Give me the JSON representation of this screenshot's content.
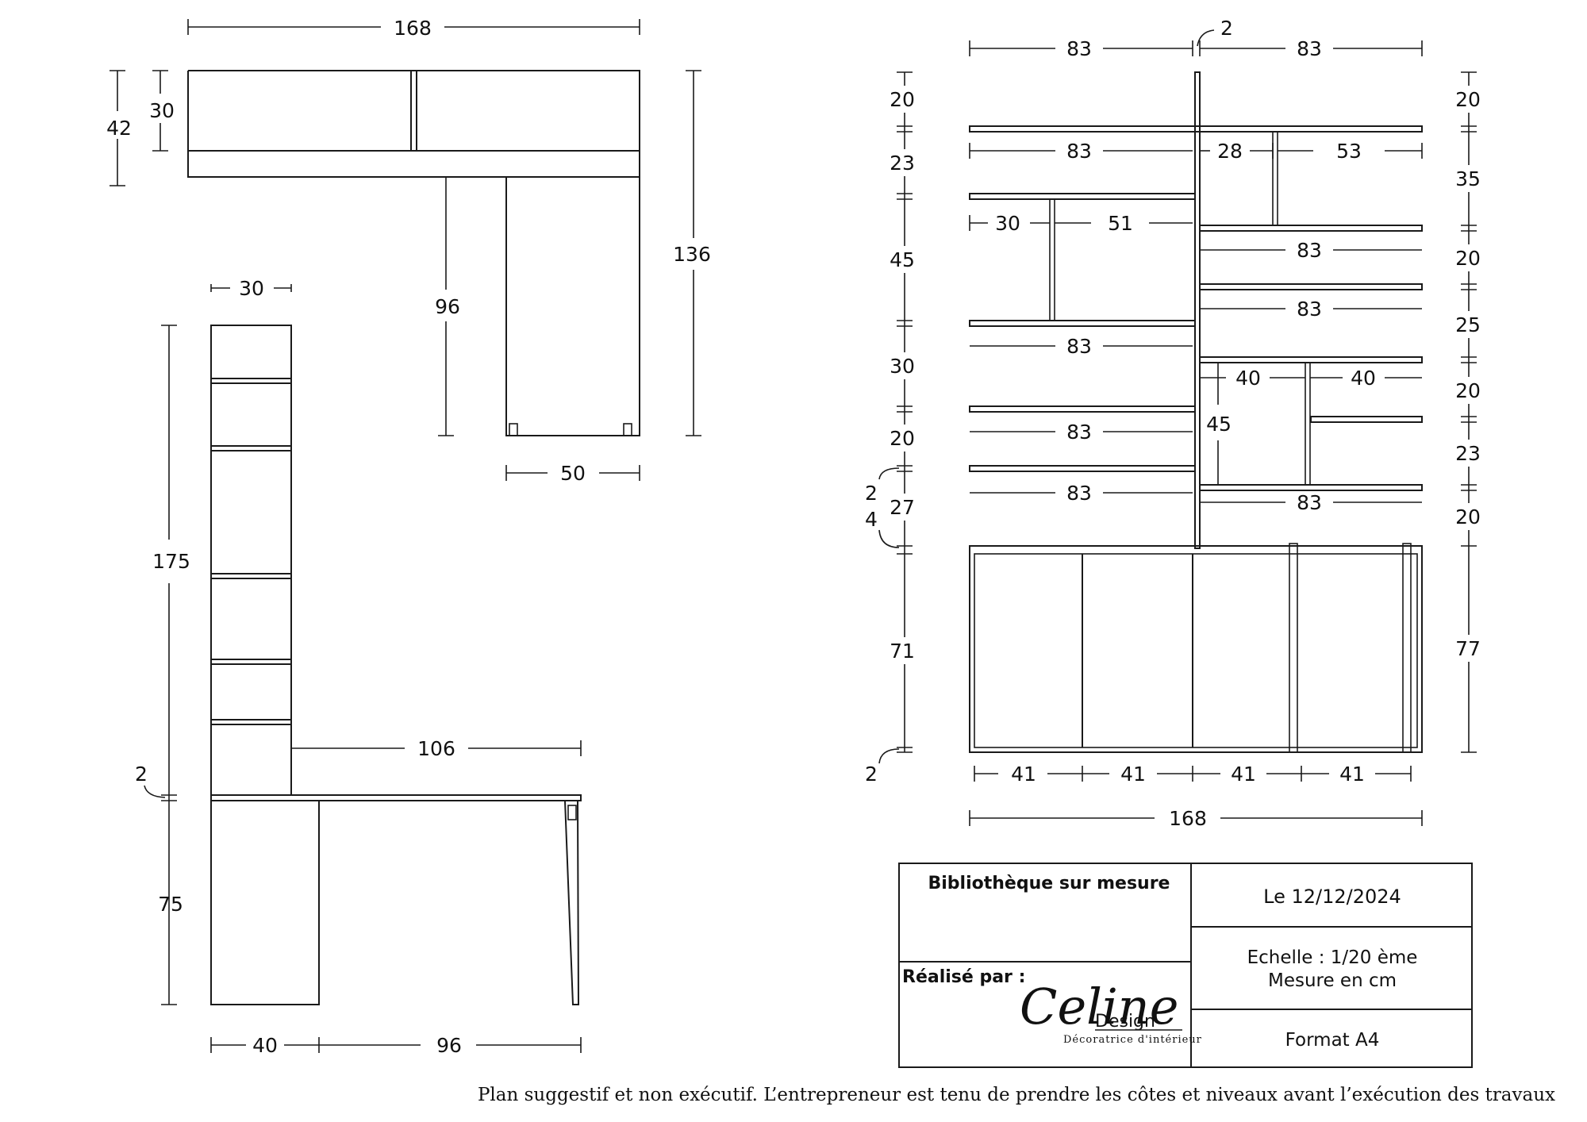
{
  "top_view": {
    "overall_width": "168",
    "depth_total": "42",
    "depth_shelf": "30",
    "desk_depth": "96",
    "overall_depth": "136",
    "desk_width": "50"
  },
  "side_view": {
    "shelf_depth": "30",
    "tower_height": "175",
    "desk_thickness": "2",
    "desk_height": "75",
    "desk_span": "106",
    "cabinet_depth": "40",
    "desk_length": "96"
  },
  "front_view": {
    "top_left_width": "83",
    "top_right_width": "83",
    "upright": "2",
    "left_heights": [
      "20",
      "23",
      "45",
      "30",
      "20",
      "27",
      "71"
    ],
    "left_extra": [
      "2",
      "4",
      "2"
    ],
    "right_heights": [
      "20",
      "35",
      "20",
      "25",
      "20",
      "23",
      "20",
      "77"
    ],
    "row1": [
      "83",
      "28",
      "53"
    ],
    "row2": [
      "30",
      "51"
    ],
    "w83a": "83",
    "w83b": "83",
    "w83c": "83",
    "w83d": "83",
    "w83e": "83",
    "w83f": "83",
    "split": [
      "40",
      "40"
    ],
    "inner_height": "45",
    "cab_widths": [
      "41",
      "41",
      "41",
      "41"
    ],
    "overall_width": "168"
  },
  "title_block": {
    "project": "Bibliothèque sur mesure",
    "date": "Le 12/12/2024",
    "scale": "Echelle : 1/20 ème",
    "unit": "Mesure en cm",
    "made_by": "Réalisé par :",
    "format": "Format A4",
    "logo_script": "Celine",
    "logo_word": "Design",
    "logo_tagline": "Décoratrice d'intérieur"
  },
  "disclaimer": "Plan suggestif et non exécutif. L’entrepreneur est tenu de prendre les côtes et niveaux avant l’exécution des travaux"
}
